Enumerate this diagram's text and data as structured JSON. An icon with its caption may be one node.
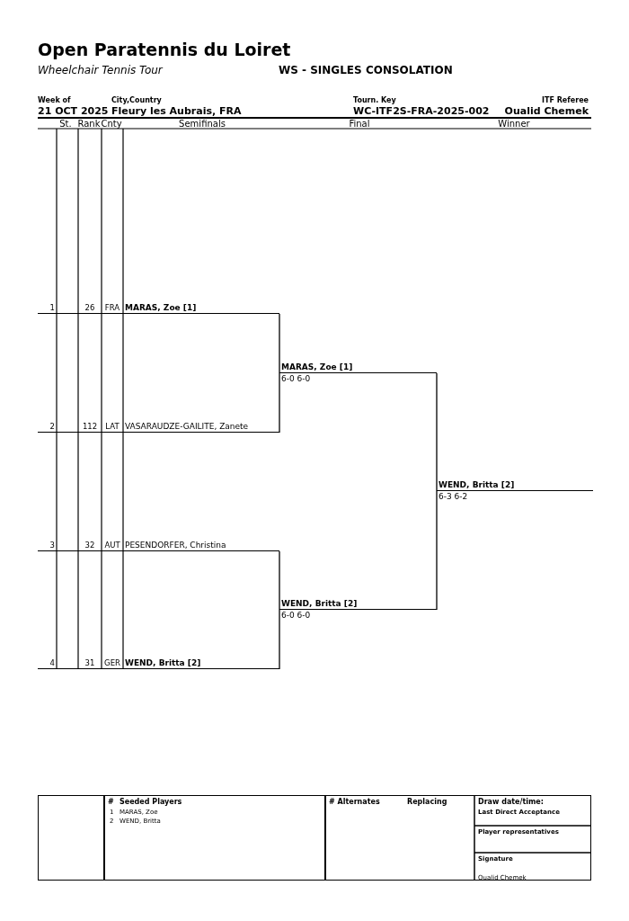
{
  "diagram": {
    "title": "Open Paratennis du Loiret",
    "nodes": [
      {
        "text": [
          "1",
          "26",
          "FRA",
          "MARAS, Zoe [1]"
        ]
      },
      {
        "text": [
          "2",
          "112",
          "LAT",
          "VASARAUDZE-GAILITE, Zanete"
        ]
      },
      {
        "text": [
          "3",
          "32",
          "AUT",
          "PESENDORFER, Christina"
        ]
      },
      {
        "text": [
          "4",
          "31",
          "GER",
          "WEND, Britta [2]"
        ]
      },
      {
        "text": [
          "MARAS, Zoe [1]",
          "6-0 6-0"
        ]
      },
      {
        "text": [
          "WEND, Britta [2]",
          "6-0 6-0"
        ]
      },
      {
        "text": [
          "WEND, Britta [2]",
          "6-3 6-2"
        ]
      }
    ],
    "edges": [
      {
        "from": 0,
        "to": 4,
        "arrow": "none"
      },
      {
        "from": 1,
        "to": 4,
        "arrow": "none"
      },
      {
        "from": 2,
        "to": 5,
        "arrow": "none"
      },
      {
        "from": 3,
        "to": 5,
        "arrow": "none"
      },
      {
        "from": 4,
        "to": 6,
        "arrow": "none"
      },
      {
        "from": 5,
        "to": 6,
        "arrow": "none"
      }
    ],
    "labels": [
      "Wheelchair Tennis Tour",
      "WS - SINGLES CONSOLATION",
      "Week of",
      "21 OCT 2025",
      "City,Country",
      "Fleury les Aubrais, FRA",
      "Tourn. Key",
      "WC-ITF2S-FRA-2025-002",
      "ITF Referee",
      "Oualid Chemek",
      "St.",
      "Rank",
      "Cnty",
      "Semifinals",
      "Final",
      "Winner",
      "#",
      "Seeded Players",
      "1",
      "MARAS, Zoe",
      "2",
      "WEND, Britta",
      "# Alternates",
      "Replacing",
      "Draw date/time:",
      "Last Direct Acceptance",
      "Player representatives",
      "Signature",
      "Oualid Chemek"
    ]
  }
}
